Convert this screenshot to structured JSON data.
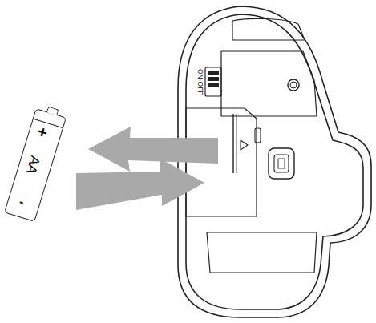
{
  "diagram": {
    "nodes": [
      {
        "text": [
          "+",
          "AA",
          "-"
        ]
      }
    ],
    "labels": [
      "ON-OFF"
    ]
  }
}
